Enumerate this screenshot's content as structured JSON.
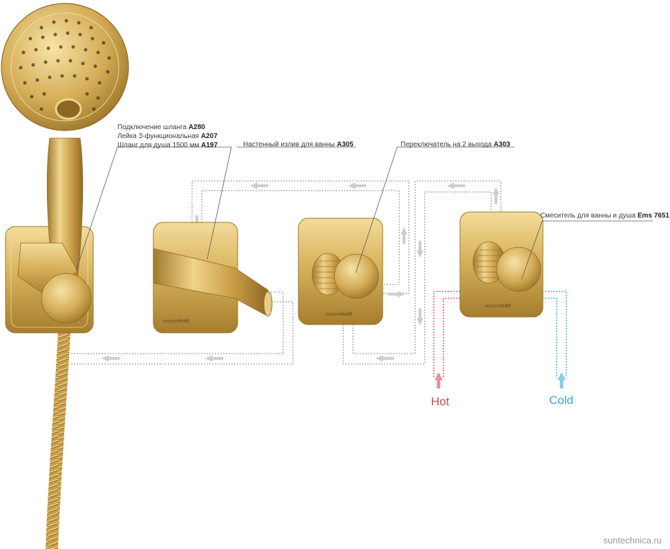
{
  "labels": {
    "shower": [
      {
        "text": "Подключение шланга ",
        "code": "A280"
      },
      {
        "text": "Лейка 3-функциональная ",
        "code": "A207"
      },
      {
        "text": "Шланг для душа 1500 мм ",
        "code": "A197"
      }
    ],
    "spout": {
      "text": "Настенный излив для ванны ",
      "code": "A305"
    },
    "switch": {
      "text": "Переключатель на 2 выхода ",
      "code": "A303"
    },
    "mixer": {
      "text": "Смеситель для ванны и душа ",
      "code": "Ems 7651"
    }
  },
  "brand": {
    "part1": "wasser",
    "part2": "kraft"
  },
  "inlets": {
    "hot": "Hot",
    "cold": "Cold"
  },
  "watermark": "suntechnica.ru",
  "colors": {
    "gold": "#c9a24a",
    "hot": "#e0405a",
    "cold": "#33a6de",
    "pipe": "#9a9a9a"
  }
}
